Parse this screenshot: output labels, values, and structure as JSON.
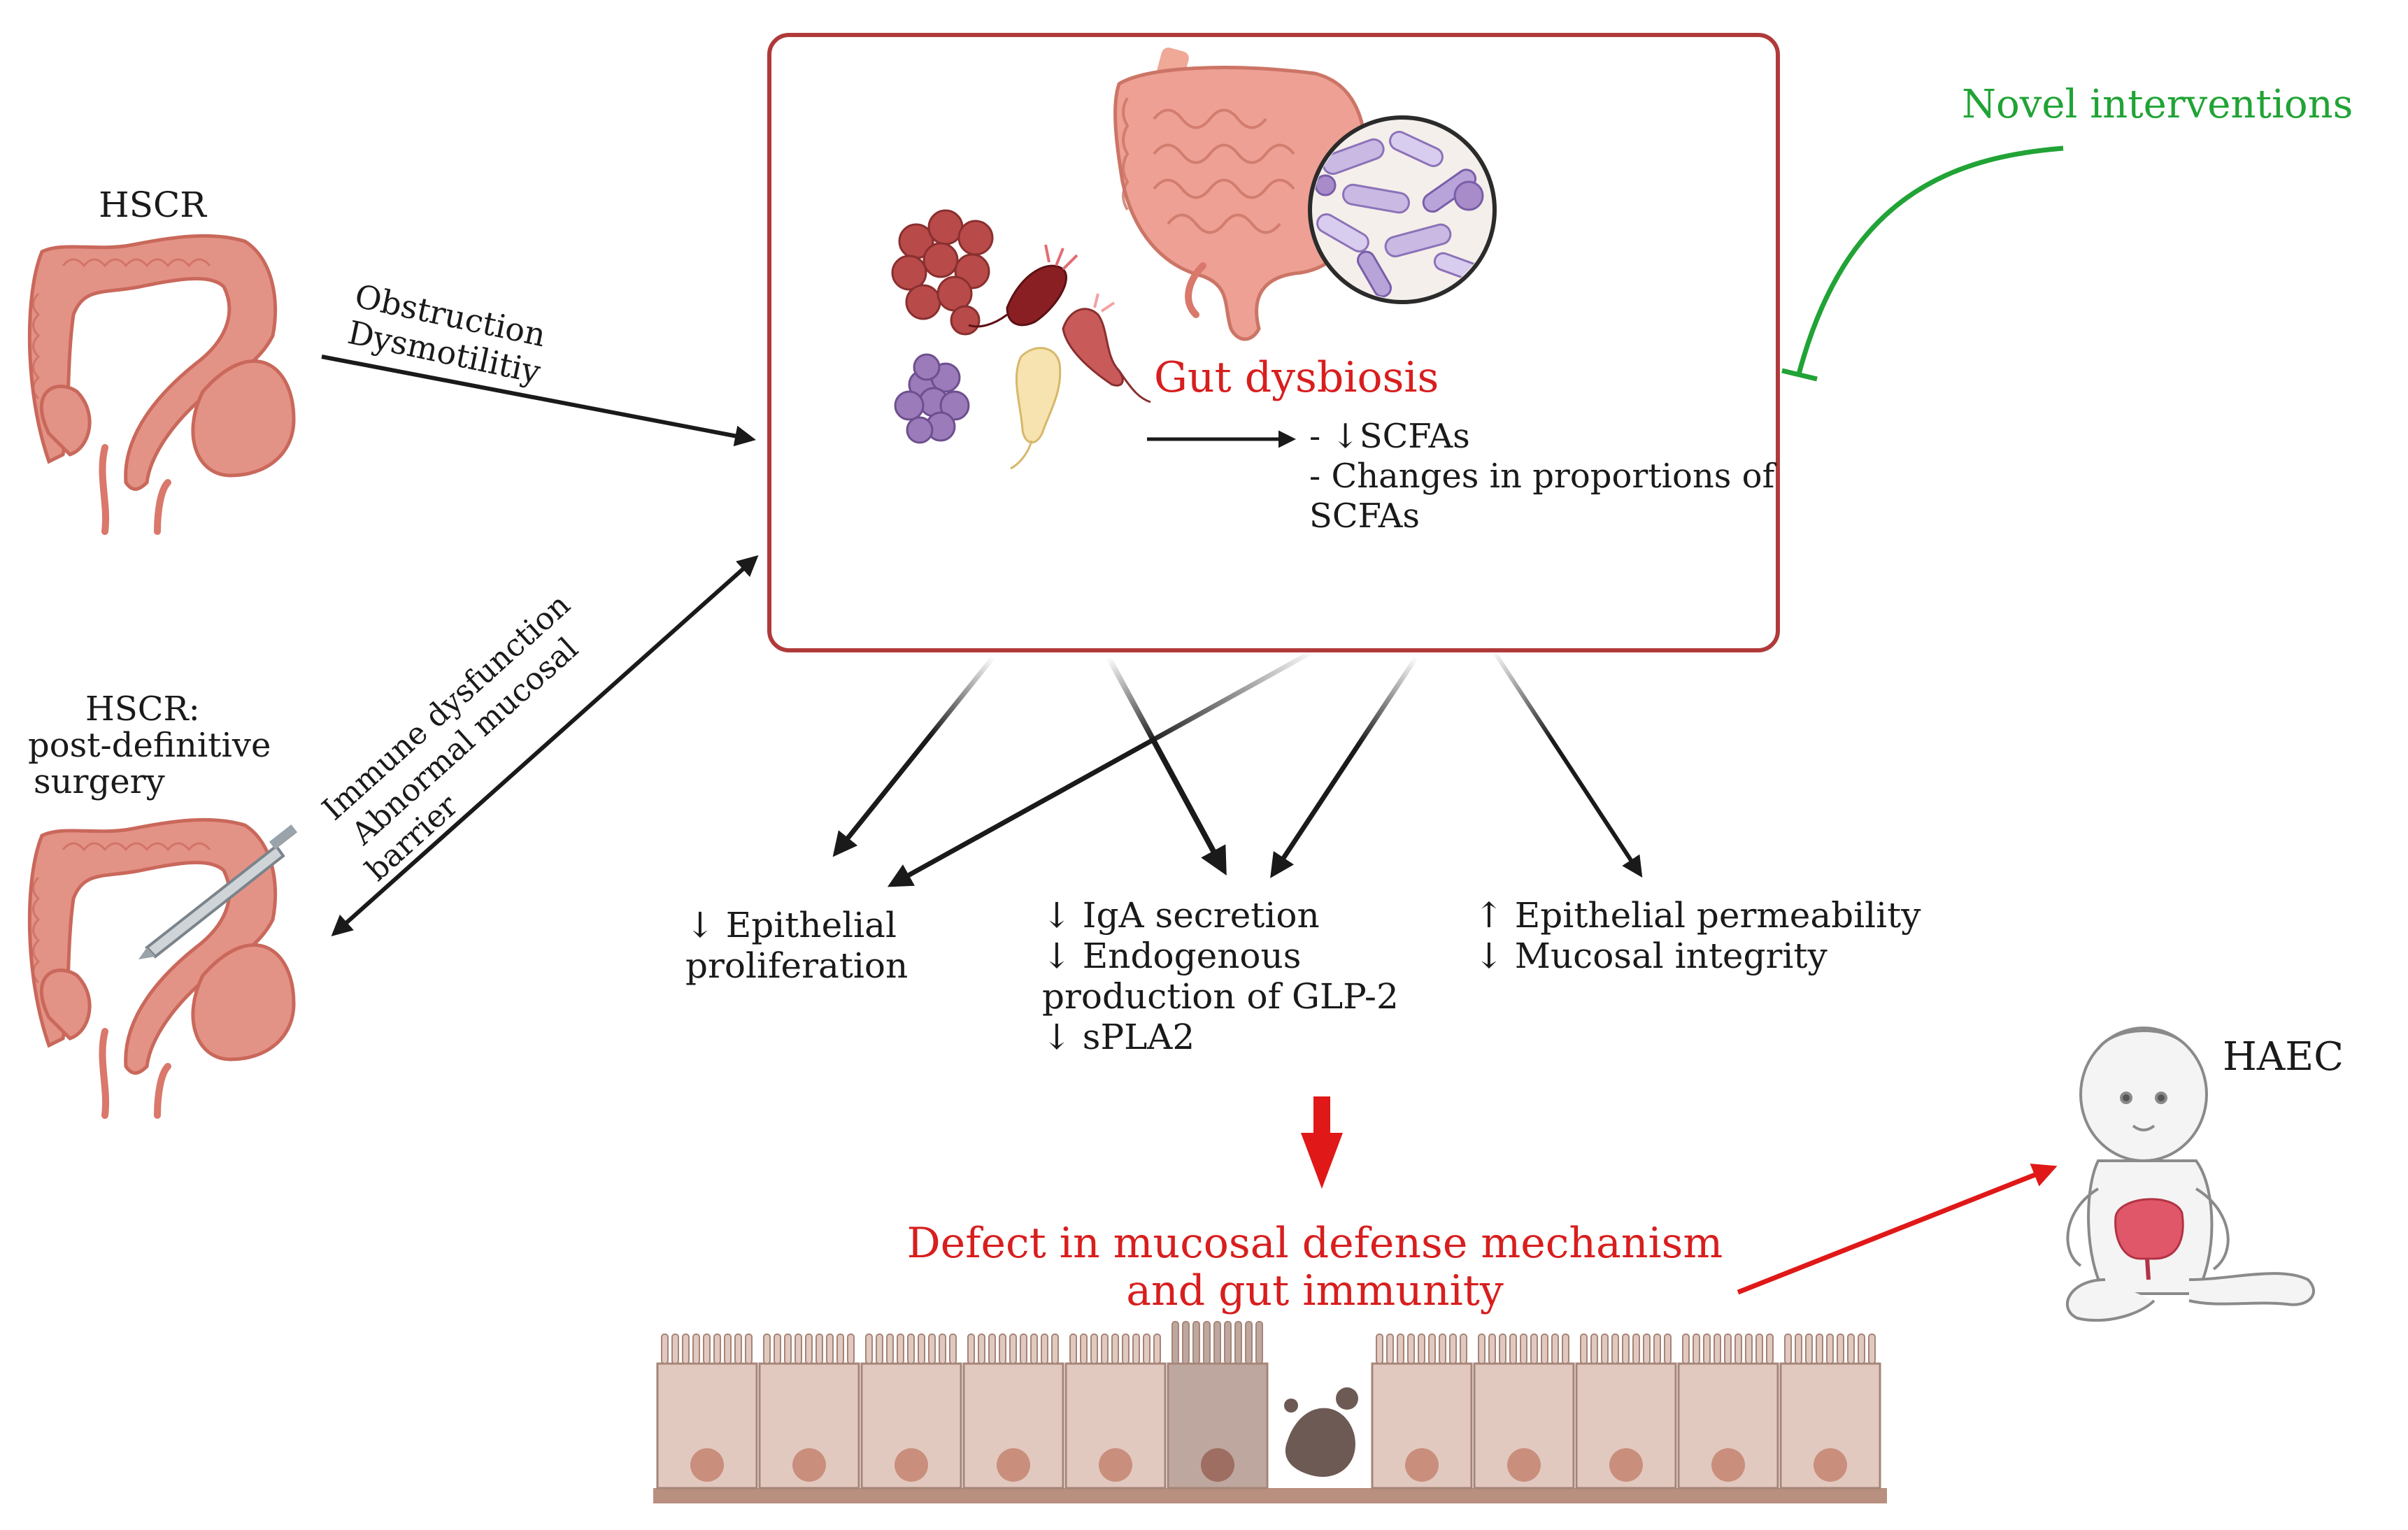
{
  "colors": {
    "box_border": "#b03a3a",
    "red_text": "#d81e1e",
    "green_text": "#21a336",
    "dark_text": "#1a1a1a",
    "colon": "#e39386",
    "colon_stroke": "#c9685b",
    "epithelium": "#e2c9c0",
    "nucleus": "#c98f7c"
  },
  "labels": {
    "hscr": "HSCR",
    "hscr_post": [
      "HSCR:",
      "post-definitive",
      "surgery"
    ],
    "obstruction": "Obstruction",
    "dysmotility": "Dysmotilitiy",
    "immune": [
      "Immune dysfunction",
      "Abnormal mucosal",
      "barrier"
    ],
    "novel": "Novel interventions",
    "gut_dysbiosis": "Gut dysbiosis",
    "scfa": [
      "- ↓SCFAs",
      "-  Changes in proportions of",
      "SCFAs"
    ],
    "epithelial_prolif": [
      "↓ Epithelial",
      "proliferation"
    ],
    "iga": [
      "↓ IgA secretion",
      "↓ Endogenous",
      "production of GLP-2",
      "↓ sPLA2"
    ],
    "permeability": [
      "↑ Epithelial permeability",
      "↓ Mucosal integrity"
    ],
    "defect": [
      "Defect in mucosal defense mechanism",
      "and gut immunity"
    ],
    "haec": "HAEC"
  },
  "icons": [
    "colon-illustration",
    "scalpel-icon",
    "bacteria-cluster-icon",
    "microscope-view-icon",
    "intestine-icon",
    "epithelium-illustration",
    "baby-illustration"
  ]
}
